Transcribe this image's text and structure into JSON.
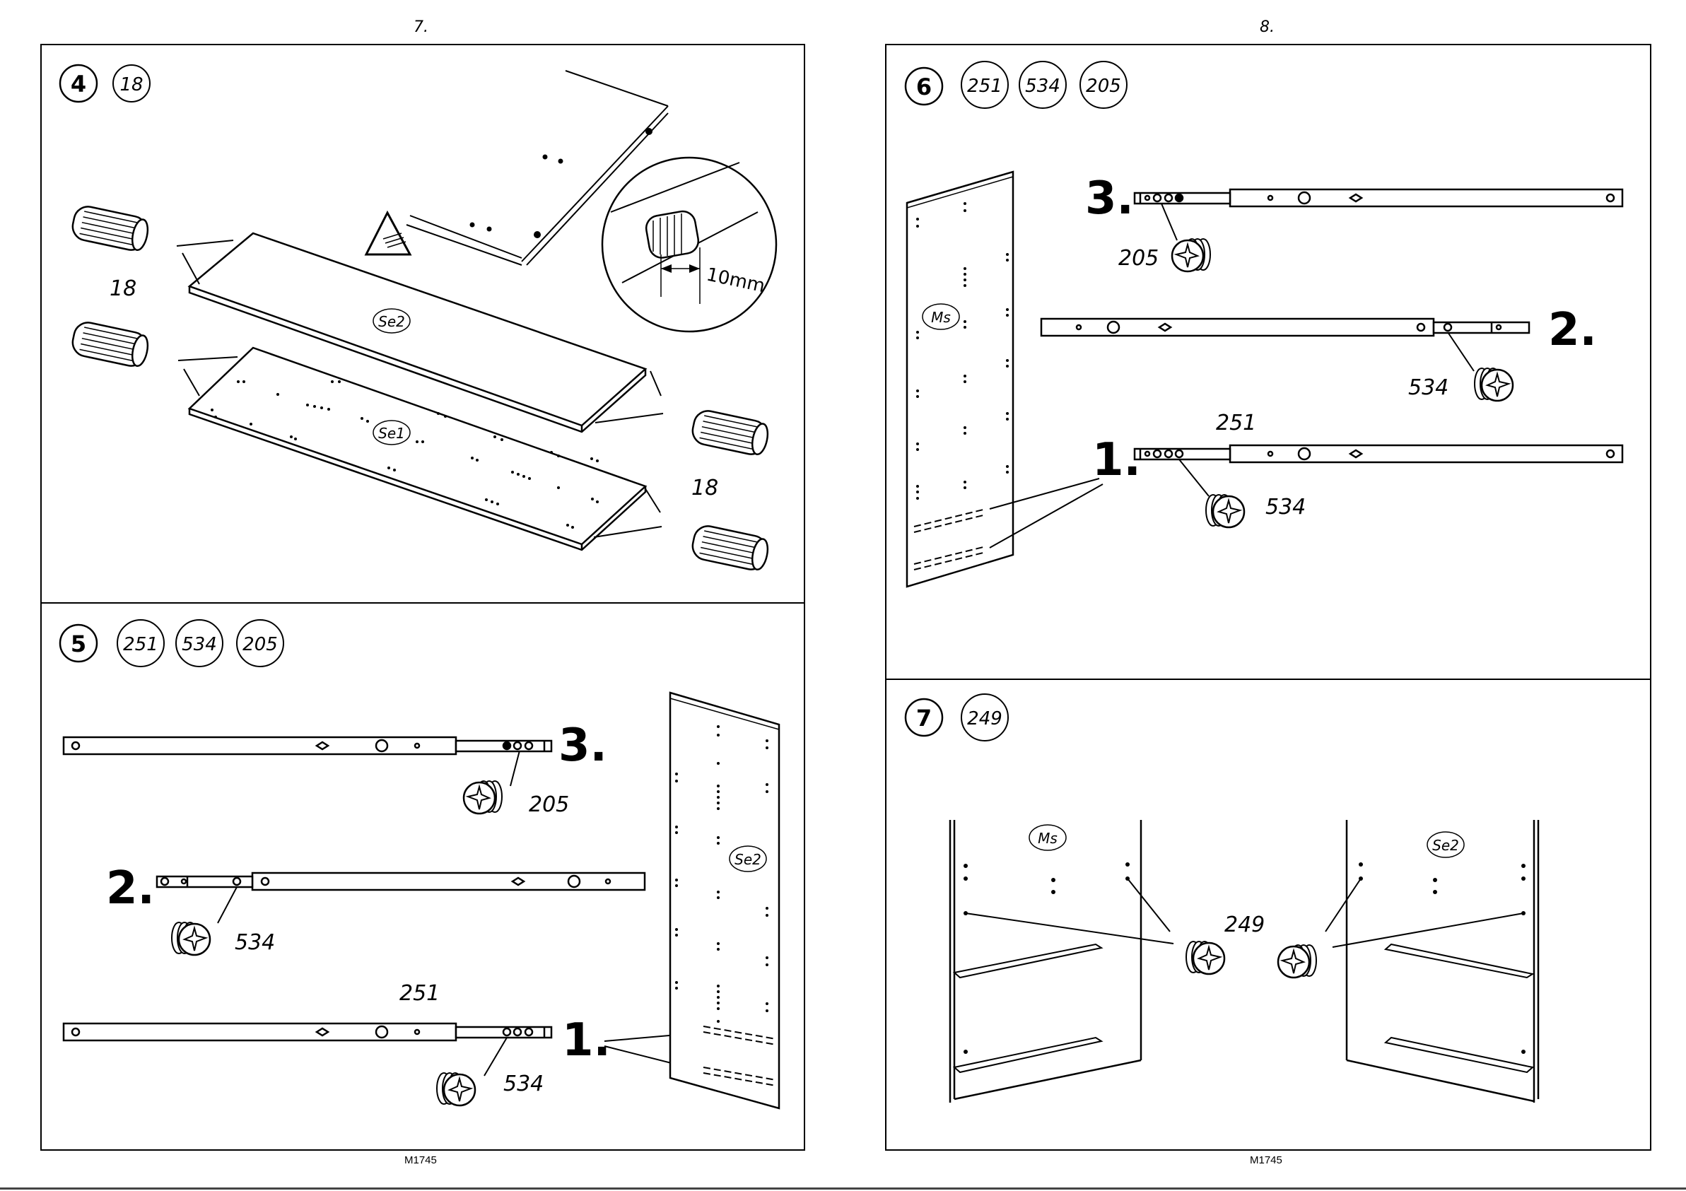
{
  "pages": [
    {
      "number": "7.",
      "footer": "M1745"
    },
    {
      "number": "8.",
      "footer": "M1745"
    }
  ],
  "steps": {
    "s4": {
      "step": "4",
      "parts": [
        "18"
      ],
      "labels": {
        "dowel_qty_left": "18",
        "dowel_qty_right": "18",
        "panel_top": "Se2",
        "panel_bottom": "Se1",
        "measurement": "10mm"
      }
    },
    "s5": {
      "step": "5",
      "parts": [
        "251",
        "534",
        "205"
      ],
      "labels": {
        "num1": "1.",
        "num2": "2.",
        "num3": "3.",
        "screw205": "205",
        "screw534a": "534",
        "screw534b": "534",
        "rail251": "251",
        "panel": "Se2"
      }
    },
    "s6": {
      "step": "6",
      "parts": [
        "251",
        "534",
        "205"
      ],
      "labels": {
        "num1": "1.",
        "num2": "2.",
        "num3": "3.",
        "screw205": "205",
        "screw534a": "534",
        "screw534b": "534",
        "rail251": "251",
        "panel": "Ms"
      }
    },
    "s7": {
      "step": "7",
      "parts": [
        "249"
      ],
      "labels": {
        "connector": "249",
        "panel_left": "Ms",
        "panel_right": "Se2"
      }
    }
  },
  "colors": {
    "line": "#000000",
    "background": "#ffffff"
  }
}
